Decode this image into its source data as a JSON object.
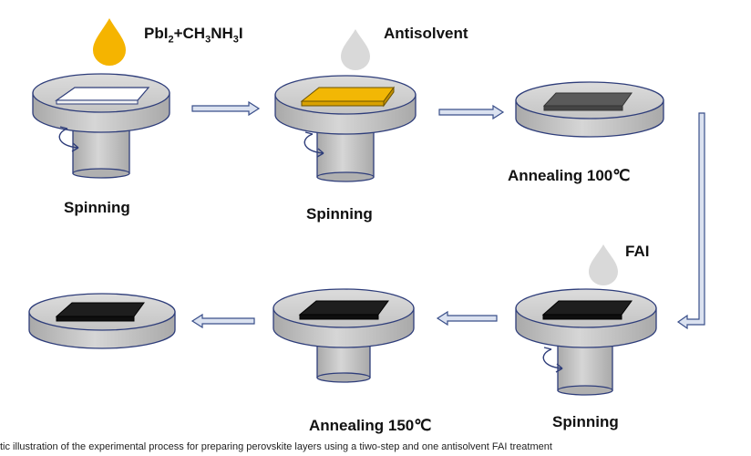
{
  "labels": {
    "precursor_prefix": "PbI",
    "precursor_sub1": "2",
    "precursor_mid1": "+CH",
    "precursor_sub2": "3",
    "precursor_mid2": "NH",
    "precursor_sub3": "3",
    "precursor_suffix": "I",
    "antisolvent": "Antisolvent",
    "fai": "FAI",
    "spinning_1": "Spinning",
    "spinning_2": "Spinning",
    "spinning_3": "Spinning",
    "annealing_100": "Annealing 100℃",
    "annealing_150": "Annealing 150℃"
  },
  "caption": "tic illustration of the experimental process for preparing perovskite layers using a tiwo-step and one antisolvent FAI treatment",
  "colors": {
    "stage_top": "#cfcfcf",
    "stage_body": "#b8b8b8",
    "stage_stroke": "#2e3d7a",
    "drop_precursor": "#f5b400",
    "drop_gray": "#d9d9d9",
    "film_clean": "#ffffff",
    "film_yellow": "#f2b705",
    "film_gray": "#555555",
    "film_black": "#1a1a1a",
    "arrow_fill": "#dbe2f0",
    "arrow_stroke": "#3a4f8a"
  }
}
